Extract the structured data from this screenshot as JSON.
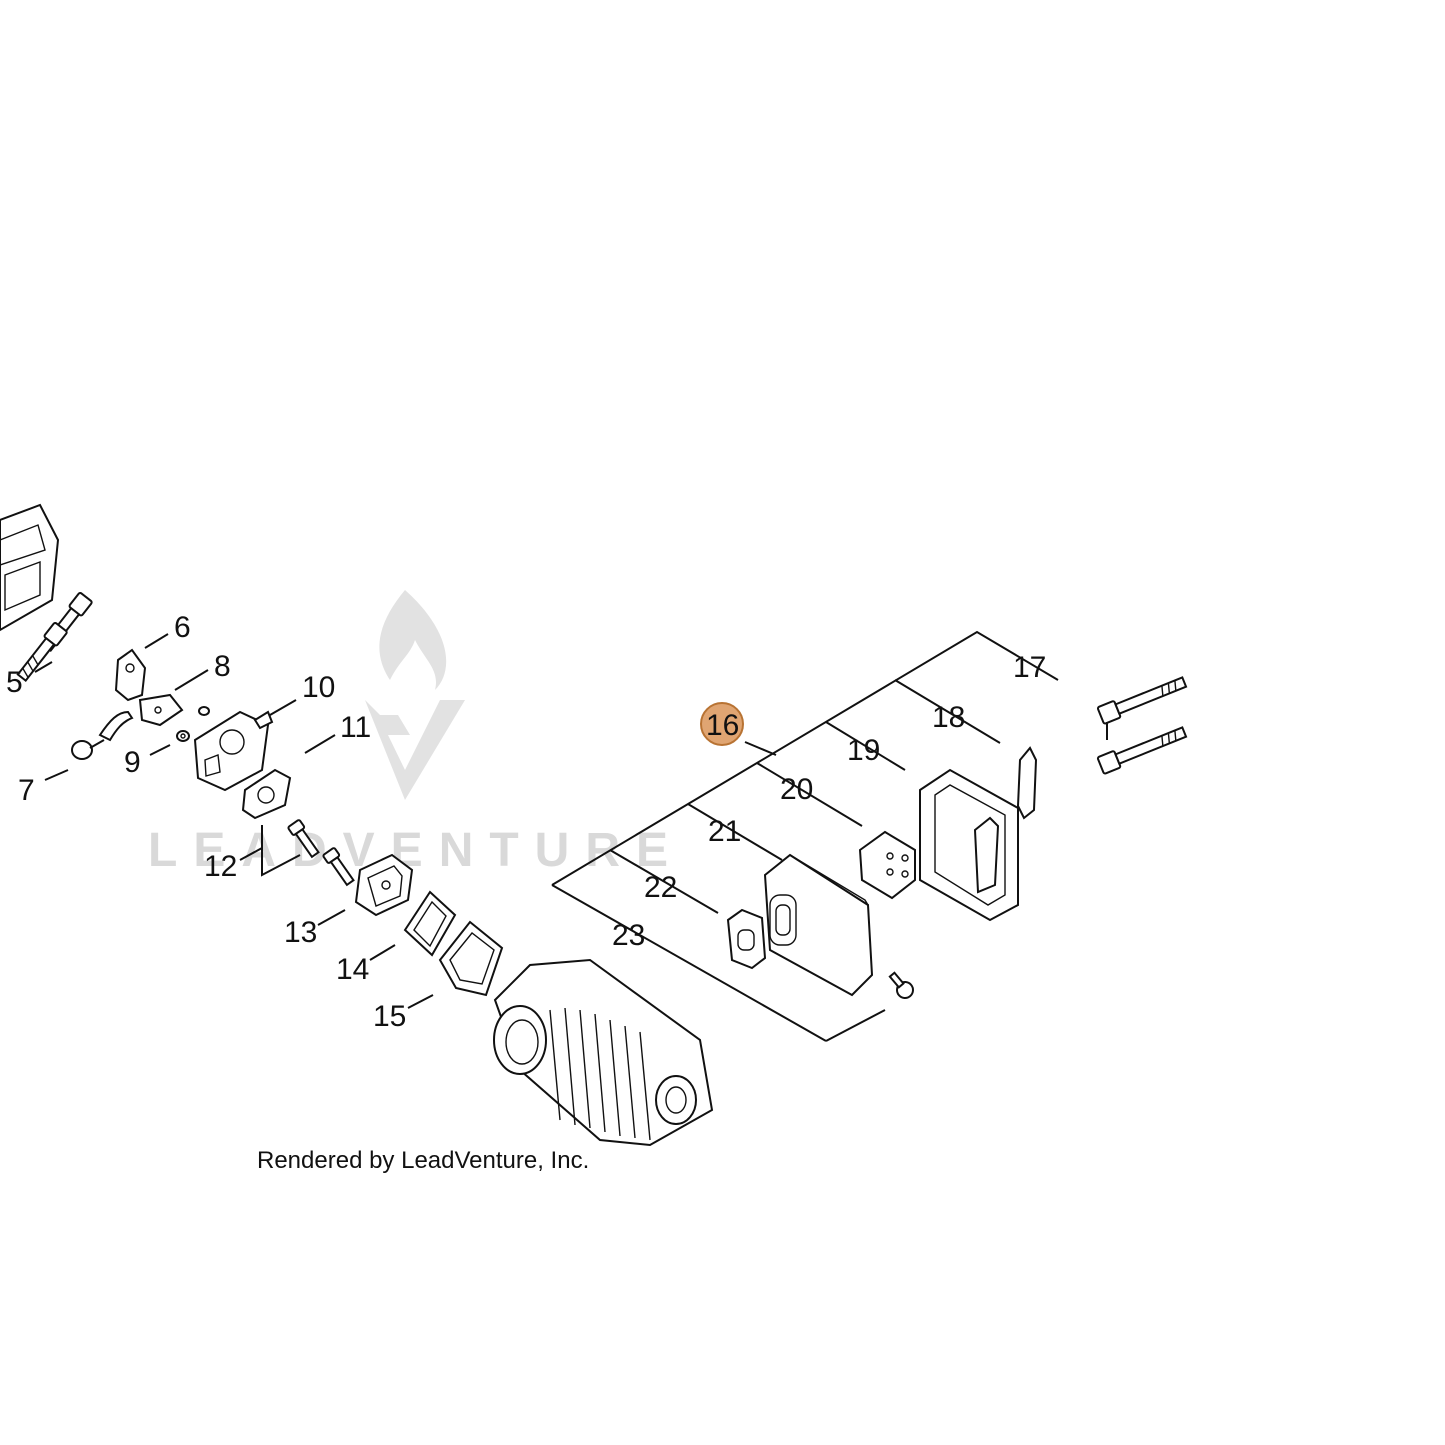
{
  "watermark": {
    "text": "LEADVENTURE"
  },
  "credit": "Rendered by LeadVenture, Inc.",
  "callouts": [
    {
      "id": "5",
      "label": "5",
      "highlighted": false
    },
    {
      "id": "6",
      "label": "6",
      "highlighted": false
    },
    {
      "id": "7",
      "label": "7",
      "highlighted": false
    },
    {
      "id": "8",
      "label": "8",
      "highlighted": false
    },
    {
      "id": "9",
      "label": "9",
      "highlighted": false
    },
    {
      "id": "10",
      "label": "10",
      "highlighted": false
    },
    {
      "id": "11",
      "label": "11",
      "highlighted": false
    },
    {
      "id": "12",
      "label": "12",
      "highlighted": false
    },
    {
      "id": "13",
      "label": "13",
      "highlighted": false
    },
    {
      "id": "14",
      "label": "14",
      "highlighted": false
    },
    {
      "id": "15",
      "label": "15",
      "highlighted": false
    },
    {
      "id": "16",
      "label": "16",
      "highlighted": true
    },
    {
      "id": "17",
      "label": "17",
      "highlighted": false
    },
    {
      "id": "18",
      "label": "18",
      "highlighted": false
    },
    {
      "id": "19",
      "label": "19",
      "highlighted": false
    },
    {
      "id": "20",
      "label": "20",
      "highlighted": false
    },
    {
      "id": "21",
      "label": "21",
      "highlighted": false
    },
    {
      "id": "22",
      "label": "22",
      "highlighted": false
    },
    {
      "id": "23",
      "label": "23",
      "highlighted": false
    }
  ],
  "colors": {
    "highlight_fill": "#e0a572",
    "highlight_stroke": "#b87333",
    "line": "#111111",
    "watermark": "#d9d9d9"
  }
}
